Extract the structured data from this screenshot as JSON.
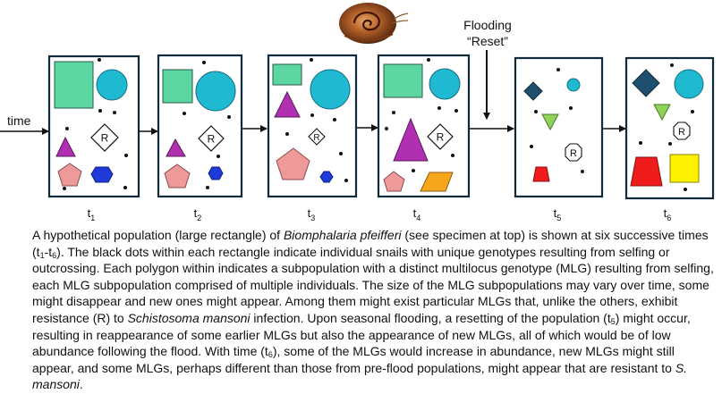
{
  "diagram": {
    "time_label": "time",
    "flood_label_line1": "Flooding",
    "flood_label_line2": "“Reset”",
    "resistance_mark": "R",
    "panels": [
      {
        "t": "t",
        "sub": "1"
      },
      {
        "t": "t",
        "sub": "2"
      },
      {
        "t": "t",
        "sub": "3"
      },
      {
        "t": "t",
        "sub": "4"
      },
      {
        "t": "t",
        "sub": "5"
      },
      {
        "t": "t",
        "sub": "6"
      }
    ],
    "colors": {
      "green_rect": "#5BD6A1",
      "teal_circle": "#1FB9D2",
      "magenta_triangle": "#B12FB1",
      "pink_pentagon": "#EE9A9A",
      "blue_hexagon": "#1E3BD9",
      "orange_parallelogram": "#F6A61B",
      "navy_diamond": "#1F4F6E",
      "lime_triangle": "#8FD35A",
      "red_trapezoid": "#F01B1B",
      "yellow_square": "#FFF200",
      "panel_border": "#0F2A3A"
    },
    "icons": [
      "snail-icon"
    ]
  },
  "caption": {
    "p1": "A hypothetical population (large rectangle) of ",
    "species": "Biomphalaria pfeifferi",
    "p2": " (see specimen at top) is shown at six successive times (t",
    "sub1": "1",
    "p3": "-t",
    "sub6": "6",
    "p4": "). The black dots within each rectangle indicate individual snails with unique genotypes resulting from selfing or outcrossing. Each polygon within indicates a subpopulation with a distinct multilocus genotype (MLG) resulting from selfing, each MLG subpopulation comprised of multiple individuals. The size of the MLG subpopulations may vary over time, some might disappear and new ones might appear. Among them might exist  particular MLGs that, unlike the others, exhibit resistance (R) to ",
    "parasite": "Schistosoma mansoni",
    "p5": " infection. Upon seasonal flooding, a resetting of the population (t",
    "sub5": "5",
    "p6": ") might occur, resulting in reappearance of some earlier MLGs but also the appearance of new MLGs, all of which would be of low abundance following the flood. With time (t",
    "sub6b": "6",
    "p7": "), some of the MLGs would increase in abundance, new MLGs might still appear, and some MLGs, perhaps different than those from pre-flood populations, might appear that are resistant to ",
    "parasite_short": "S. mansoni",
    "p8": "."
  }
}
